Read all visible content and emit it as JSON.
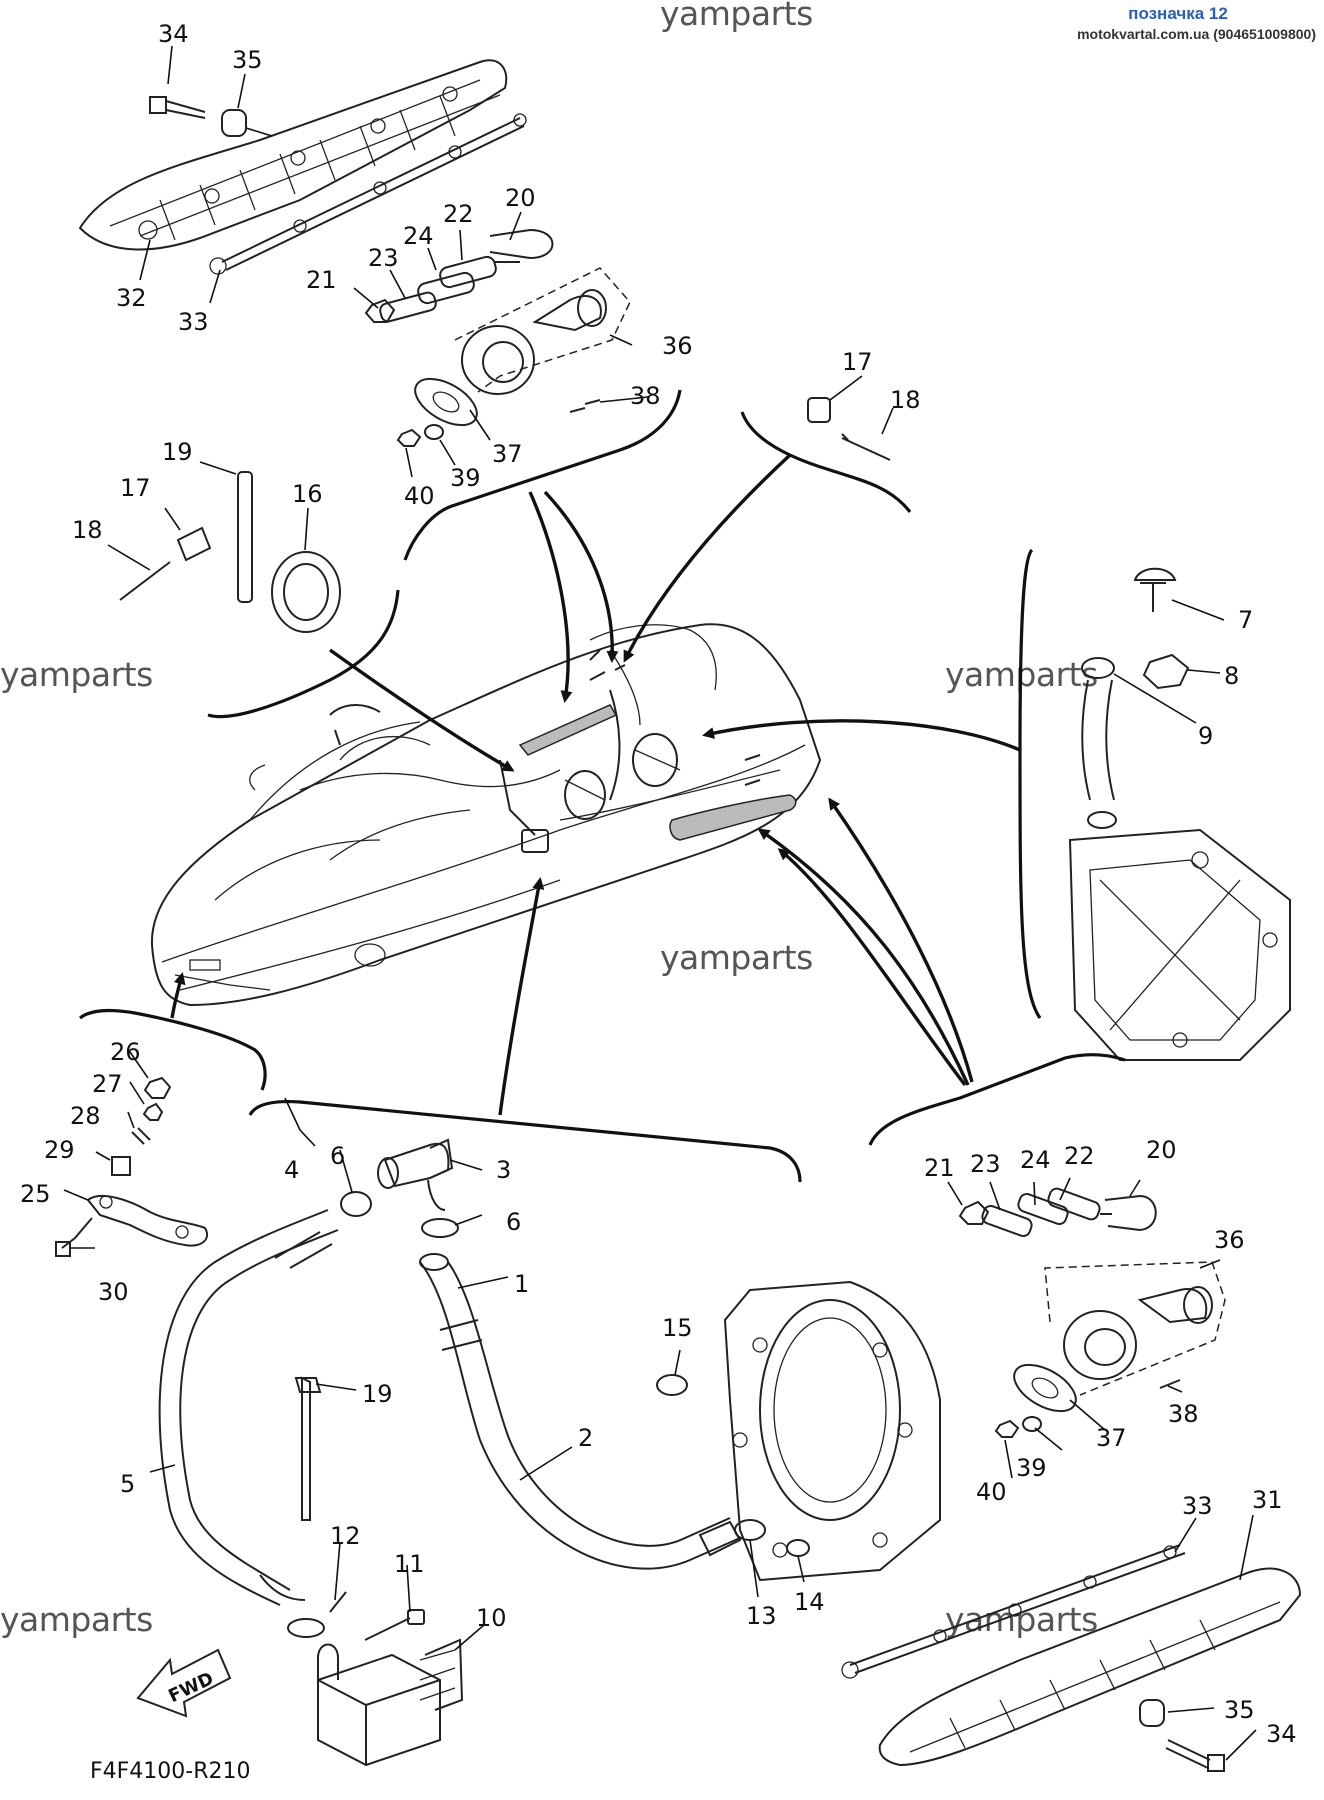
{
  "header": {
    "tag": "позначка 12",
    "source": "motokvartal.com.ua (904651009800)"
  },
  "watermarks": [
    "yamparts",
    "yamparts",
    "yamparts",
    "yamparts",
    "yamparts",
    "yamparts"
  ],
  "diagram_code": "F4F4100-R210",
  "fwd_label": "FWD",
  "callouts": {
    "c34a": "34",
    "c35a": "35",
    "c32": "32",
    "c33a": "33",
    "c20a": "20",
    "c22a": "22",
    "c24a": "24",
    "c23a": "23",
    "c21a": "21",
    "c36a": "36",
    "c38a": "38",
    "c37a": "37",
    "c39a": "39",
    "c40a": "40",
    "c17a": "17",
    "c18a": "18",
    "c19a": "19",
    "c17b": "17",
    "c16": "16",
    "c18b": "18",
    "c7": "7",
    "c8": "8",
    "c9": "9",
    "c26": "26",
    "c27": "27",
    "c28": "28",
    "c29": "29",
    "c25": "25",
    "c30": "30",
    "c4": "4",
    "c6a": "6",
    "c3": "3",
    "c6b": "6",
    "c1": "1",
    "c5": "5",
    "c19b": "19",
    "c2": "2",
    "c15": "15",
    "c12": "12",
    "c11": "11",
    "c10": "10",
    "c13": "13",
    "c14": "14",
    "c21b": "21",
    "c23b": "23",
    "c24b": "24",
    "c22b": "22",
    "c20b": "20",
    "c36b": "36",
    "c38b": "38",
    "c37b": "37",
    "c39b": "39",
    "c40b": "40",
    "c33b": "33",
    "c31": "31",
    "c35b": "35",
    "c34b": "34"
  }
}
